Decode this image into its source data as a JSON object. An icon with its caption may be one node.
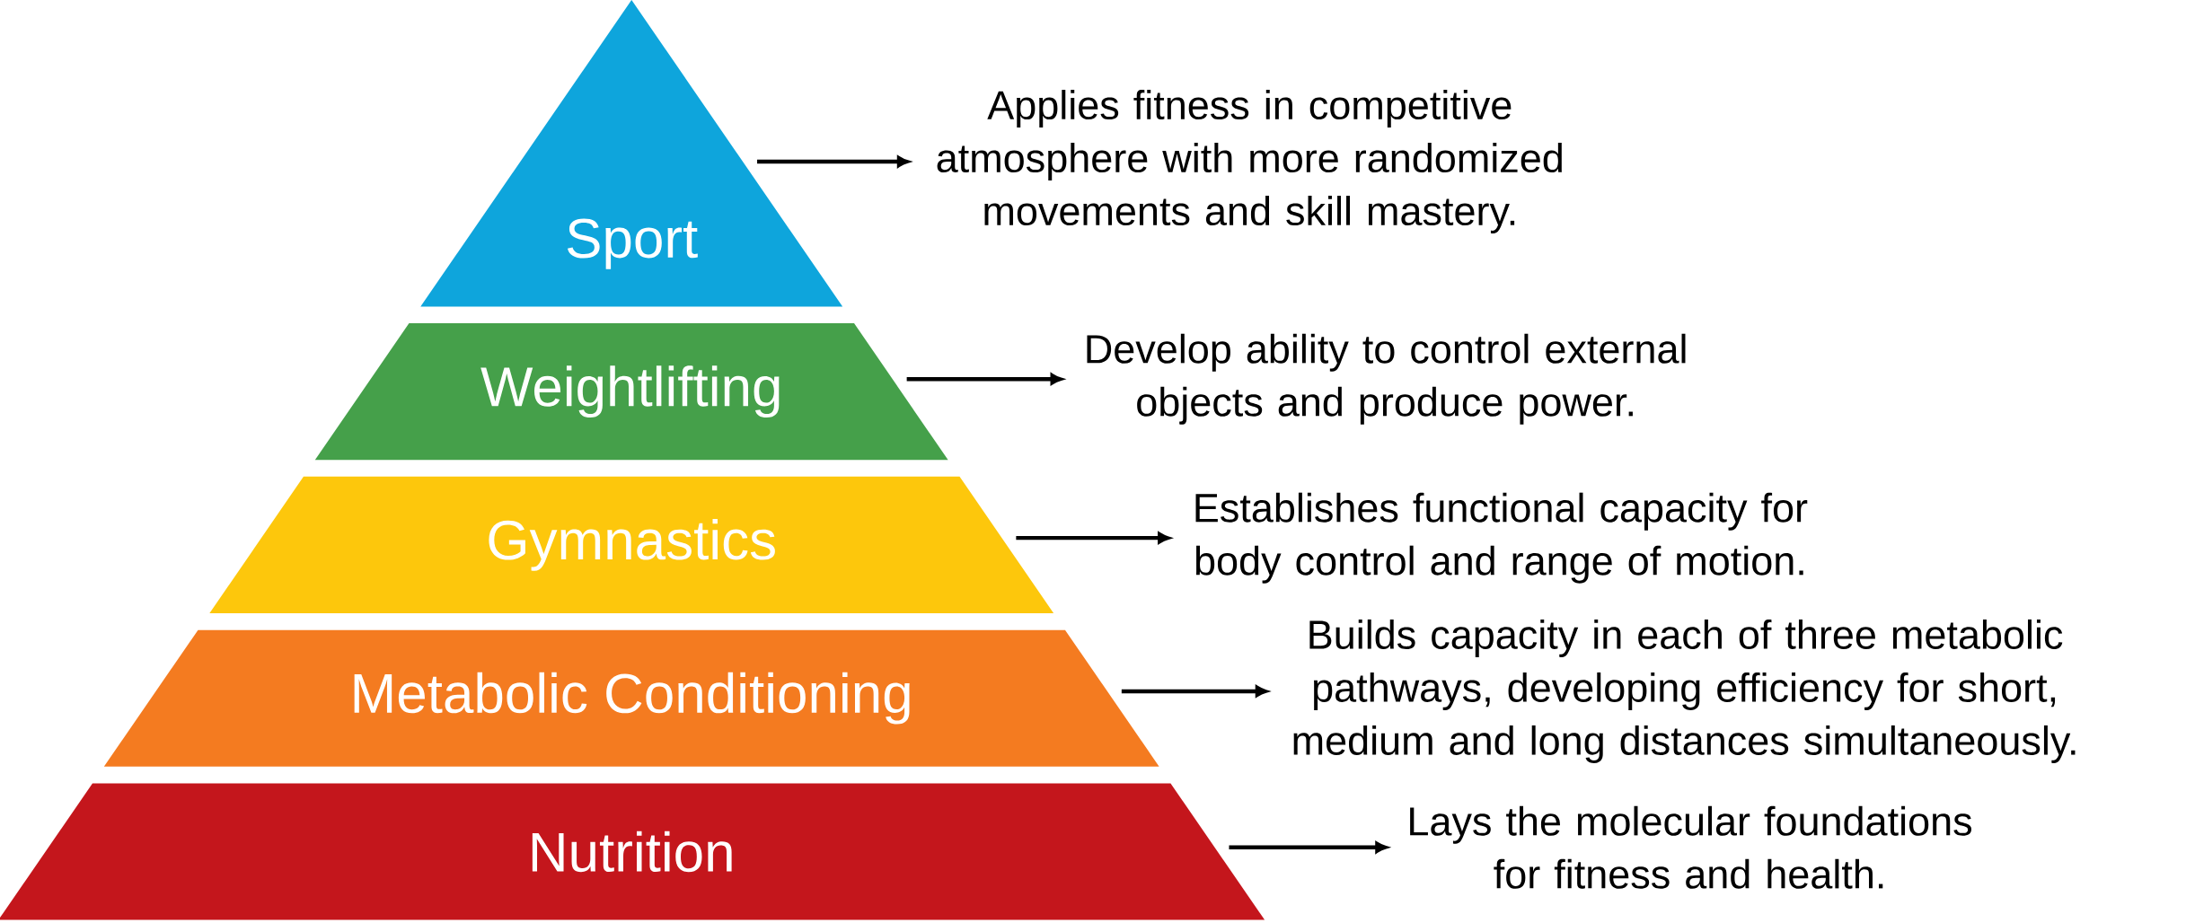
{
  "diagram": {
    "nodes": [
      {
        "text": [
          "Sport"
        ]
      },
      {
        "text": [
          "Weightlifting"
        ]
      },
      {
        "text": [
          "Gymnastics"
        ]
      },
      {
        "text": [
          "Metabolic Conditioning"
        ]
      },
      {
        "text": [
          "Nutrition"
        ]
      },
      {
        "text": [
          "Applies fitness in competitive atmosphere with more randomized movements and skill mastery."
        ]
      },
      {
        "text": [
          "Develop ability to control external objects and produce power."
        ]
      },
      {
        "text": [
          "Establishes functional capacity for body control and range of motion."
        ]
      },
      {
        "text": [
          "Builds capacity in each of three metabolic pathways, developing efficiency for short, medium and long distances simultaneously."
        ]
      },
      {
        "text": [
          "Lays the molecular foundations for fitness and health."
        ]
      }
    ],
    "edges": [
      {
        "from": 0,
        "to": 5,
        "arrow": "to"
      },
      {
        "from": 1,
        "to": 6,
        "arrow": "to"
      },
      {
        "from": 2,
        "to": 7,
        "arrow": "to"
      },
      {
        "from": 3,
        "to": 8,
        "arrow": "to"
      },
      {
        "from": 4,
        "to": 9,
        "arrow": "to"
      }
    ]
  }
}
